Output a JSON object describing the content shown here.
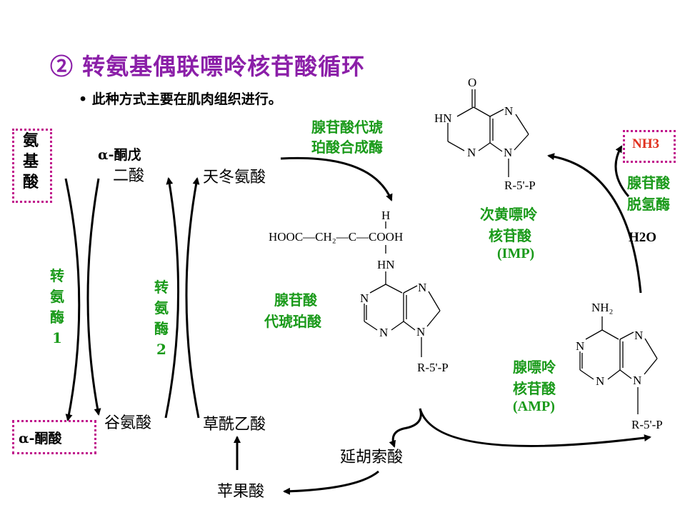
{
  "title": "② 转氨基偶联嘌呤核苷酸循环",
  "bullet": "• 此种方式主要在肌肉组织进行。",
  "amino_acid": "氨基酸",
  "alpha_keto_acid": "α-酮酸",
  "alpha_ketoglutarate_1": "α-酮戊",
  "alpha_ketoglutarate_2": "二酸",
  "glutamate": "谷氨酸",
  "aspartate": "天冬氨酸",
  "oxaloacetate": "草酰乙酸",
  "malate": "苹果酸",
  "fumarate": "延胡索酸",
  "transaminase1": "转氨酶1",
  "transaminase2": "转氨酶2",
  "adss_1": "腺苷酸代琥",
  "adss_2": "珀酸合成酶",
  "adenylosuccinate_1": "腺苷酸",
  "adenylosuccinate_2": "代琥珀酸",
  "imp_1": "次黄嘌呤",
  "imp_2": "核苷酸",
  "imp_3": "(IMP)",
  "amp_1": "腺嘌呤",
  "amp_2": "核苷酸",
  "amp_3": "(AMP)",
  "nh3": "NH3",
  "h2o": "H2O",
  "ampd_1": "腺苷酸",
  "ampd_2": "脱氢酶",
  "chem": {
    "hooc_line": "HOOC—CH₂—C—COOH",
    "h": "H",
    "hn": "HN",
    "o": "O",
    "n": "N",
    "nh2": "NH₂",
    "r5p": "R-5'-P"
  },
  "colors": {
    "title": "#8b1fa8",
    "enzyme": "#1a9a1a",
    "box": "#c0148c",
    "nh3": "#e0301e"
  }
}
